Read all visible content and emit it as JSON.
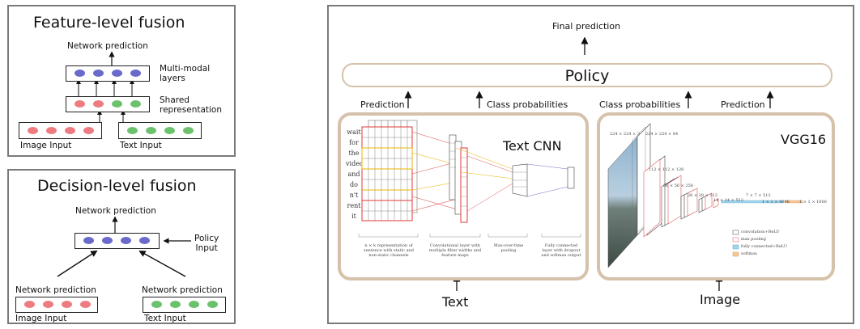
{
  "feature_fusion": {
    "title": "Feature-level fusion",
    "network_prediction": "Network prediction",
    "multimodal_label": "Multi-modal\nlayers",
    "shared_label": "Shared\nrepresentation",
    "image_input": "Image Input",
    "text_input": "Text Input"
  },
  "decision_fusion": {
    "title": "Decision-level fusion",
    "network_prediction": "Network prediction",
    "policy_input": "Policy\nInput",
    "left_prediction": "Network prediction",
    "right_prediction": "Network prediction",
    "image_input": "Image Input",
    "text_input": "Text Input"
  },
  "main": {
    "final_prediction": "Final prediction",
    "policy": "Policy",
    "prediction_left": "Prediction",
    "class_prob_left": "Class probabilities",
    "class_prob_right": "Class probabilities",
    "prediction_right": "Prediction",
    "text_cnn_title": "Text CNN",
    "vgg_title": "VGG16",
    "text_label": "Text",
    "image_label": "Image",
    "text_words": [
      "wait",
      "for",
      "the",
      "video",
      "and",
      "do",
      "n't",
      "rent",
      "it"
    ],
    "cnn_captions": [
      "n × k representation of sentence with static and non-static channels",
      "Convolutional layer with multiple filter widths and feature maps",
      "Max-over-time pooling",
      "Fully connected layer with dropout and softmax output"
    ],
    "vgg_sizes": [
      "224 × 224 × 3",
      "224 × 224 × 64",
      "112 × 112 × 128",
      "56 × 56 × 256",
      "28 × 28 × 512",
      "14 × 14 × 512",
      "7 × 7 × 512",
      "1 × 1 × 4096",
      "1 × 1 × 1000"
    ],
    "vgg_legend": [
      "convolution+ReLU",
      "max pooling",
      "fully connected+ReLU",
      "softmax"
    ]
  },
  "colors": {
    "red_dot": "#ee7b80",
    "green_dot": "#6cc26c",
    "blue_dot": "#6a6acb",
    "panel_border": "#7a7a7a",
    "policy_border": "#d6c2ab"
  }
}
